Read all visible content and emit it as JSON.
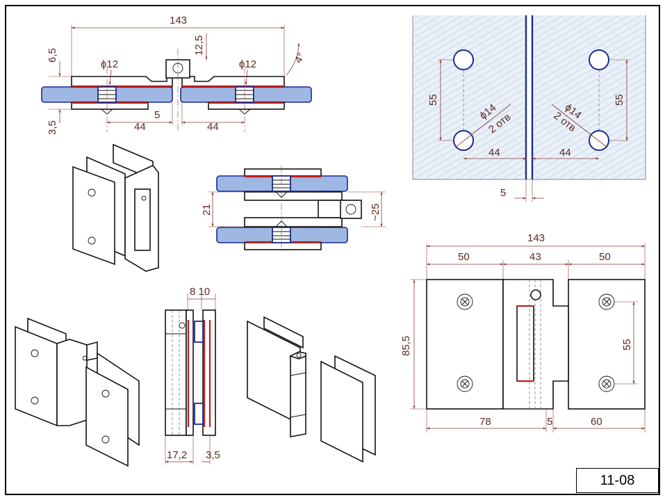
{
  "drawing_code": "11-08",
  "top_view": {
    "overall": "143",
    "pin_height": "12,5",
    "plate_thickness": "6,5",
    "glass_offset": "3,5",
    "hole_diameter_left": "ϕ12",
    "hole_diameter_right": "ϕ12",
    "angle": "4°",
    "gap": "5",
    "left_span": "44",
    "right_span": "44"
  },
  "section_view": {
    "inner_gap": "21",
    "pin_offset": "~25"
  },
  "glass_layout": {
    "vertical_spacing_left": "55",
    "vertical_spacing_right": "55",
    "hole_note_left": "ϕ14",
    "hole_count_left": "2 отв",
    "hole_note_right": "ϕ14",
    "hole_count_right": "2 отв",
    "edge_left": "44",
    "edge_right": "44",
    "gap": "5"
  },
  "side_view": {
    "top_dims": "8 10",
    "bottom_left": "17,2",
    "bottom_right": "3,5"
  },
  "front_view": {
    "overall": "143",
    "left_leaf": "50",
    "middle": "43",
    "right_leaf": "50",
    "height": "85,5",
    "hole_spacing": "55",
    "bottom_left": "78",
    "bottom_gap": "5",
    "bottom_right": "60"
  }
}
